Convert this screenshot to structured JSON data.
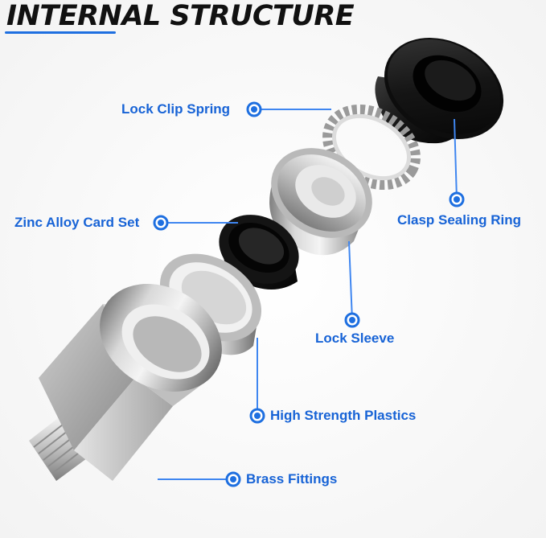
{
  "title": "INTERNAL STRUCTURE",
  "labels": {
    "lock_clip_spring": "Lock Clip Spring",
    "zinc_alloy_card_set": "Zinc Alloy Card Set",
    "clasp_sealing_ring": "Clasp Sealing Ring",
    "lock_sleeve": "Lock Sleeve",
    "high_strength_plastics": "High Strength Plastics",
    "brass_fittings": "Brass Fittings"
  },
  "colors": {
    "accent": "#1e6fe0",
    "label_text": "#1763d6",
    "title_text": "#111111",
    "black_part": "#151515",
    "metal_light": "#e6e6e6",
    "metal_dark": "#8e8e8e"
  },
  "icons": {
    "callout_dot": "dot-icon"
  }
}
